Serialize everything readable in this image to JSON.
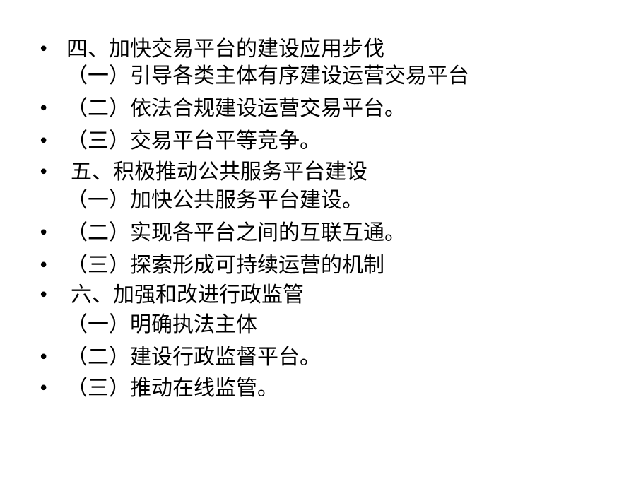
{
  "slide": {
    "items": [
      {
        "label": "四、加快交易平台的建设应用步伐",
        "continuation": "（一）引导各类主体有序建设运营交易平台"
      },
      {
        "label": "（二）依法合规建设运营交易平台。"
      },
      {
        "label": "（三）交易平台平等竞争。"
      },
      {
        "label": "五、积极推动公共服务平台建设",
        "continuation": "（一）加快公共服务平台建设。"
      },
      {
        "label": "（二）实现各平台之间的互联互通。"
      },
      {
        "label": "（三）探索形成可持续运营的机制"
      },
      {
        "label": "六、加强和改进行政监管",
        "continuation": "（一）明确执法主体"
      },
      {
        "label": "（二）建设行政监督平台。"
      },
      {
        "label": "（三）推动在线监管。"
      }
    ],
    "bullet_char": "•"
  }
}
